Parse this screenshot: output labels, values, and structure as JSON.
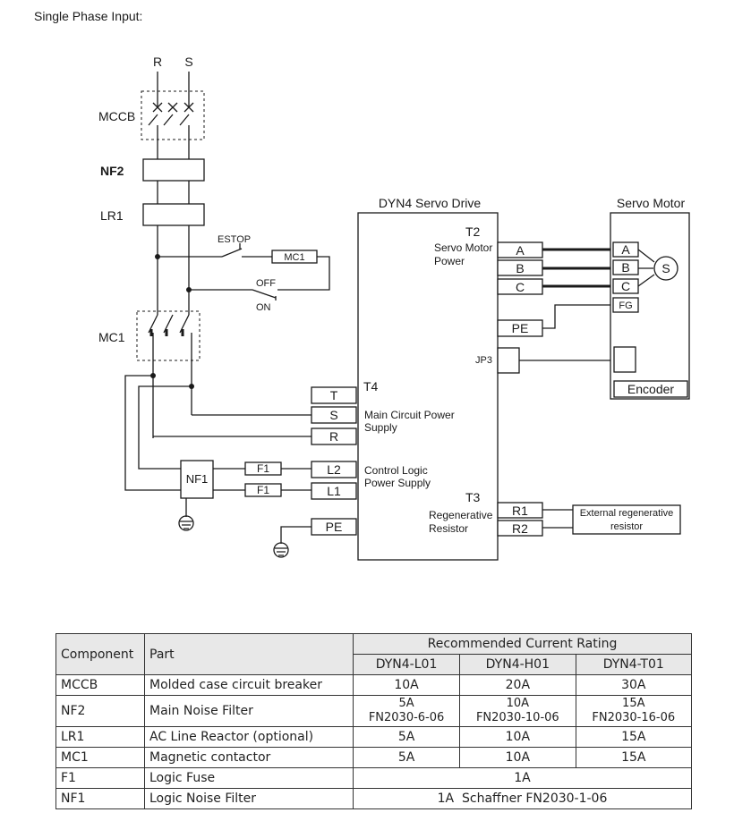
{
  "title": "Single Phase Input:",
  "diagram": {
    "input_r": "R",
    "input_s": "S",
    "mccb": "MCCB",
    "nf2": "NF2",
    "lr1": "LR1",
    "estop": "ESTOP",
    "mc1_coil": "MC1",
    "off": "OFF",
    "on": "ON",
    "mc1": "MC1",
    "nf1": "NF1",
    "f1": "F1",
    "drive_title": "DYN4 Servo Drive",
    "motor_title": "Servo Motor",
    "t2": "T2",
    "t2_desc_1": "Servo Motor",
    "t2_desc_2": "Power",
    "term_a": "A",
    "term_b": "B",
    "term_c": "C",
    "term_pe": "PE",
    "jp3": "JP3",
    "t4": "T4",
    "term_t": "T",
    "term_s": "S",
    "term_r": "R",
    "main_desc_1": "Main Circuit Power",
    "main_desc_2": "Supply",
    "term_l2": "L2",
    "term_l1": "L1",
    "ctrl_desc_1": "Control Logic",
    "ctrl_desc_2": "Power Supply",
    "t3": "T3",
    "regen_desc_1": "Regenerative",
    "regen_desc_2": "Resistor",
    "term_r1": "R1",
    "term_r2": "R2",
    "ext_res_1": "External regenerative",
    "ext_res_2": "resistor",
    "motor_a": "A",
    "motor_b": "B",
    "motor_c": "C",
    "motor_fg": "FG",
    "motor_s": "S",
    "encoder": "Encoder"
  },
  "table": {
    "h_component": "Component",
    "h_part": "Part",
    "h_rating": "Recommended Current Rating",
    "models": [
      "DYN4-L01",
      "DYN4-H01",
      "DYN4-T01"
    ],
    "rows": [
      {
        "component": "MCCB",
        "part": "Molded case circuit breaker",
        "values": [
          "10A",
          "20A",
          "30A"
        ]
      },
      {
        "component": "NF2",
        "part": "Main Noise Filter",
        "values": [
          [
            "5A",
            "FN2030-6-06"
          ],
          [
            "10A",
            "FN2030-10-06"
          ],
          [
            "15A",
            "FN2030-16-06"
          ]
        ]
      },
      {
        "component": "LR1",
        "part": "AC Line Reactor (optional)",
        "values": [
          "5A",
          "10A",
          "15A"
        ]
      },
      {
        "component": "MC1",
        "part": "Magnetic contactor",
        "values": [
          "5A",
          "10A",
          "15A"
        ]
      },
      {
        "component": "F1",
        "part": "Logic Fuse",
        "merged": "1A"
      },
      {
        "component": "NF1",
        "part": "Logic Noise Filter",
        "merged": "1A  Schaffner FN2030-1-06"
      }
    ]
  }
}
